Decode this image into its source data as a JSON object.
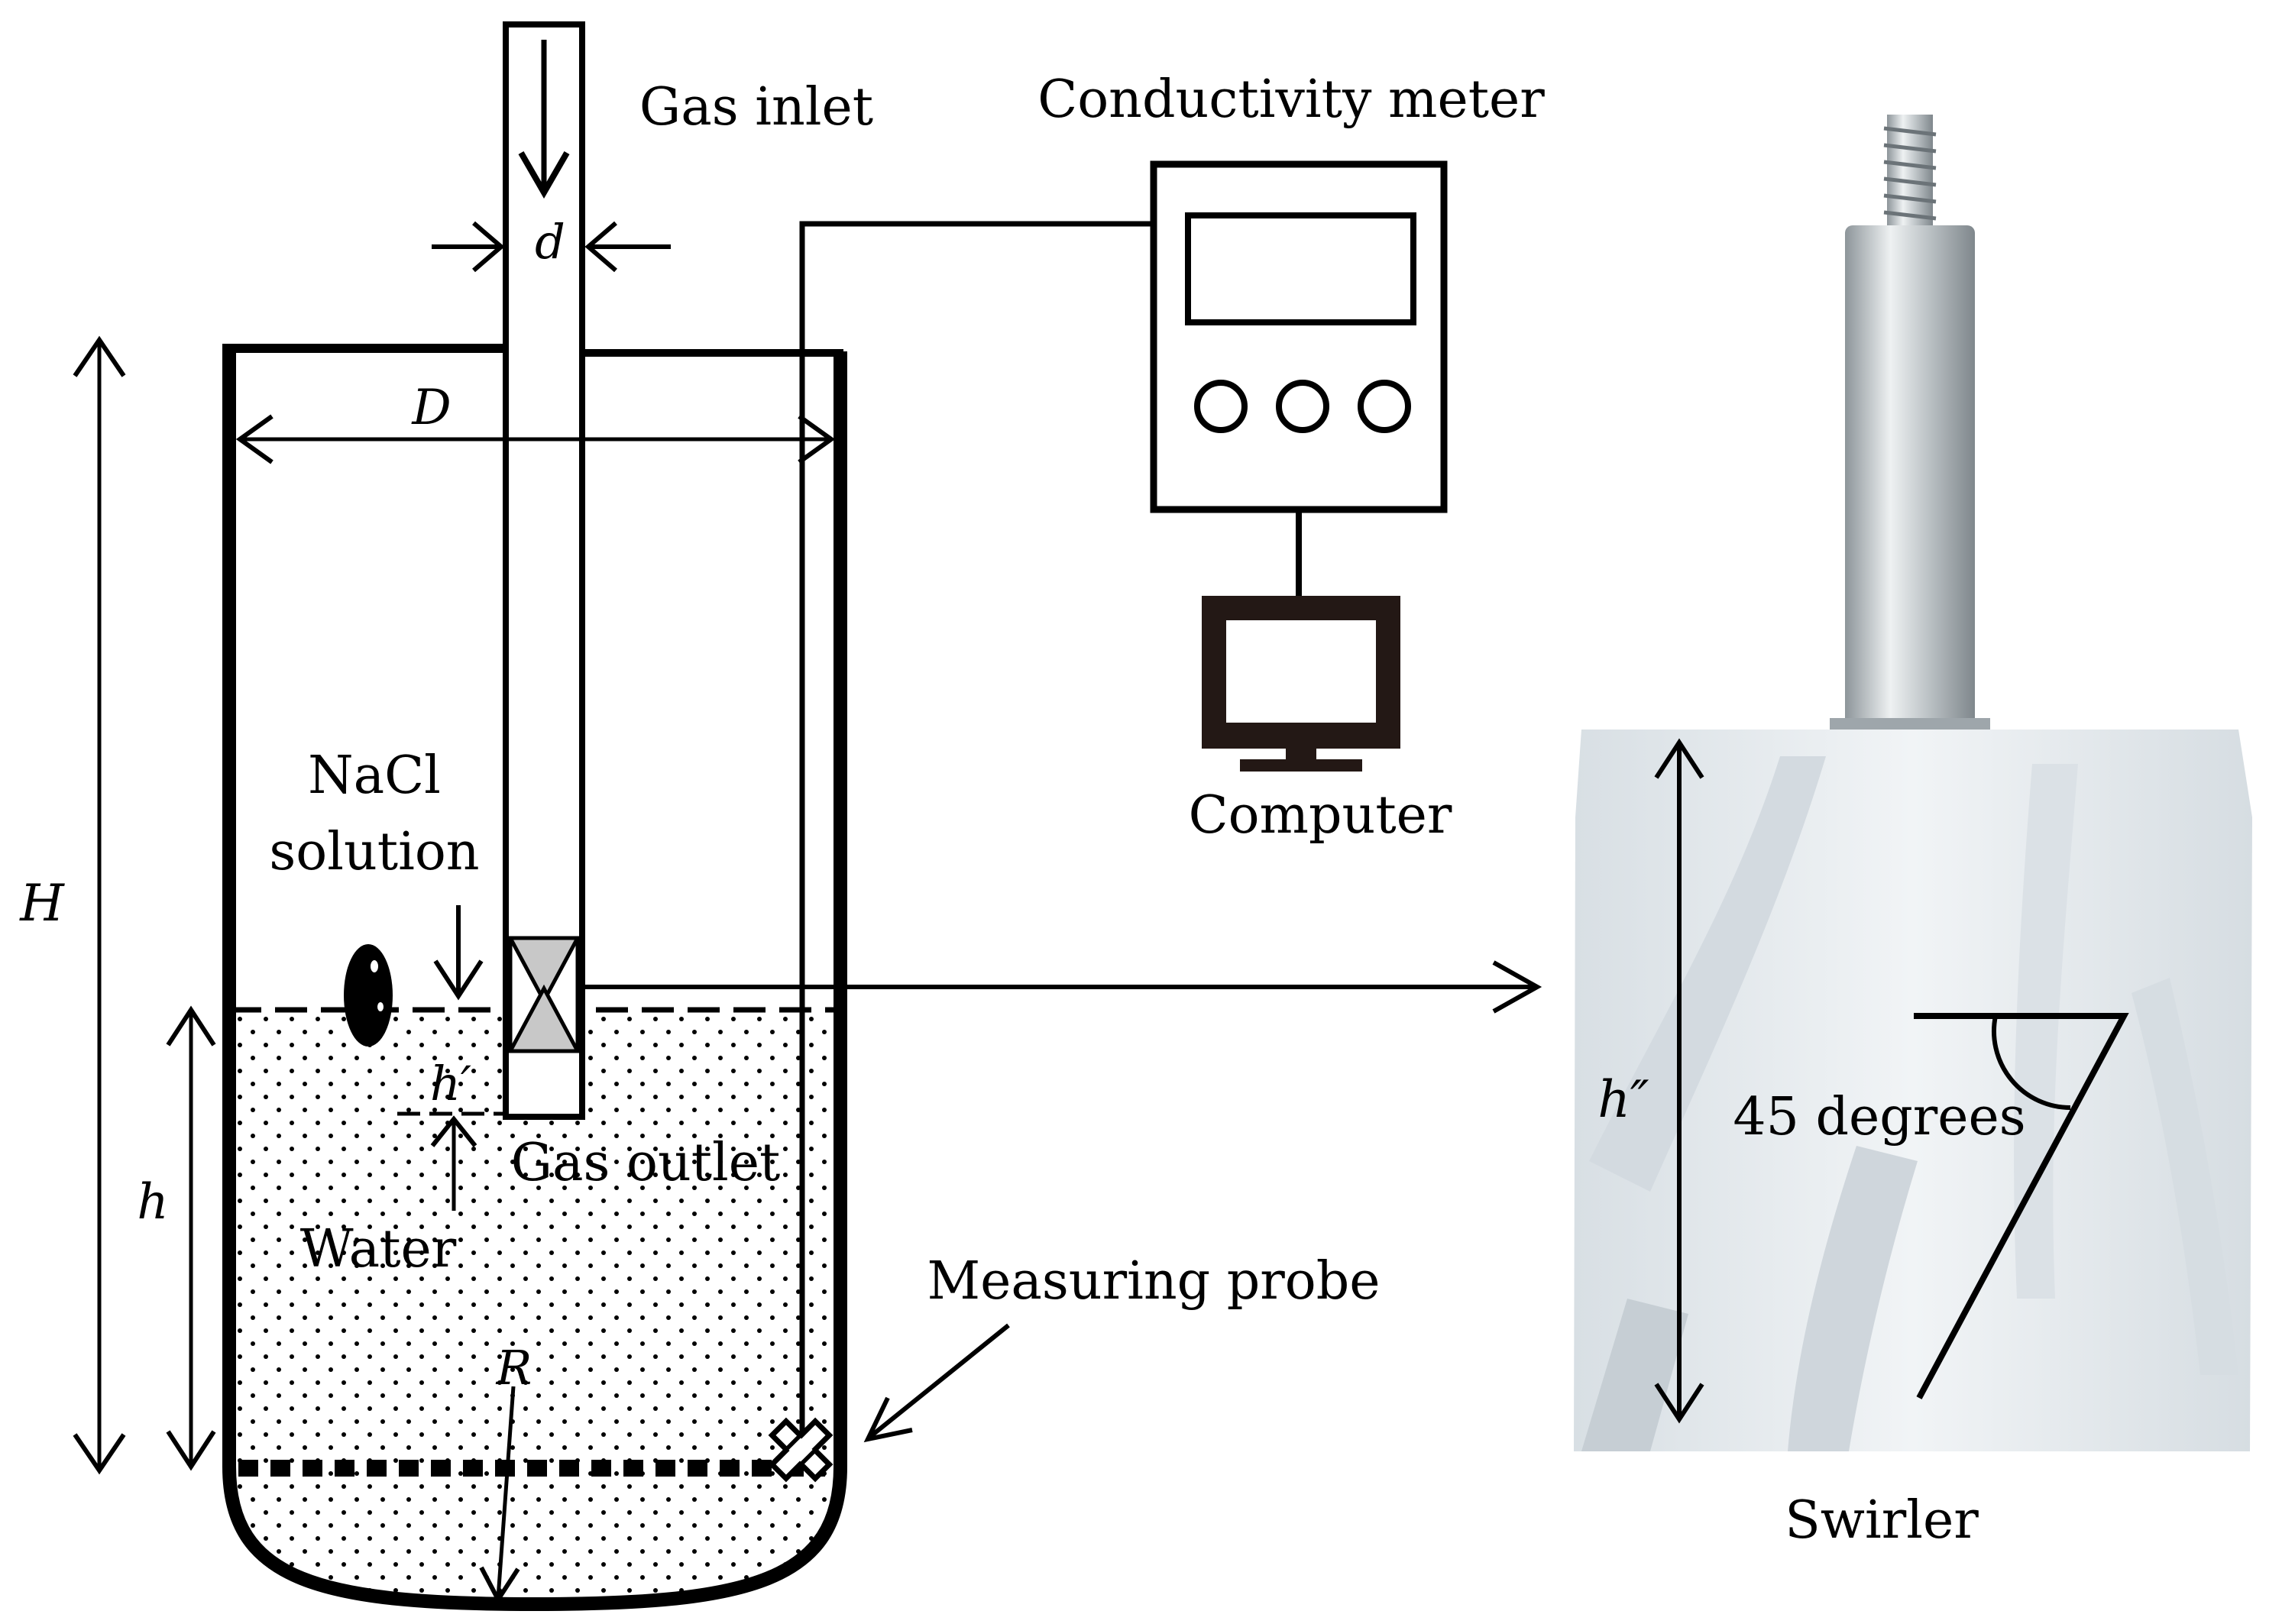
{
  "labels": {
    "gas_inlet": "Gas inlet",
    "conductivity_meter": "Conductivity meter",
    "computer": "Computer",
    "nacl_line1": "NaCl",
    "nacl_line2": "solution",
    "gas_outlet": "Gas outlet",
    "water": "Water",
    "measuring_probe": "Measuring probe",
    "swirler": "Swirler",
    "angle": "45 degrees"
  },
  "symbols": {
    "d": "d",
    "D": "D",
    "H": "H",
    "h": "h",
    "h_prime": "h′",
    "h_double_prime": "h″",
    "R": "R"
  },
  "colors": {
    "line": "#000000",
    "monitor": "#231815",
    "swirler_body": "#e7ecef",
    "swirler_shadow": "#cdd4da",
    "metal_shaft": "#b9bfc3",
    "swirler_valve": "#c8c8c8"
  },
  "icons": {
    "computer": "monitor-icon",
    "meter": "meter-icon",
    "probe": "cross-probe-icon"
  }
}
